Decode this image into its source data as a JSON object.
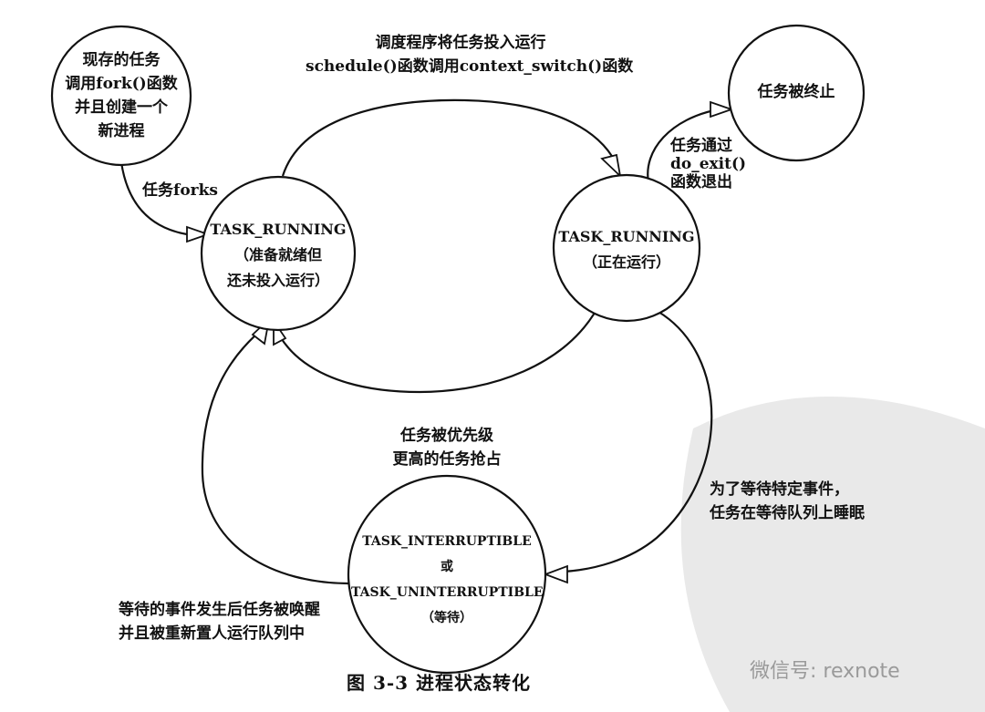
{
  "nodes": {
    "existing_task": [
      "现存的任务",
      "调用fork()函数",
      "并且创建一个",
      "新进程"
    ],
    "ready": [
      "TASK_RUNNING",
      "（准备就绪但",
      "还未投入运行）"
    ],
    "running": [
      "TASK_RUNNING",
      "（正在运行）"
    ],
    "terminated": [
      "任务被终止"
    ],
    "waiting": [
      "TASK_INTERRUPTIBLE",
      "或",
      "TASK_UNINTERRUPTIBLE",
      "（等待）"
    ]
  },
  "edges": {
    "fork": [
      "任务forks"
    ],
    "schedule": [
      "调度程序将任务投入运行",
      "schedule()函数调用context_switch()函数"
    ],
    "exit": [
      "任务通过",
      "do_exit()",
      "函数退出"
    ],
    "preempt": [
      "任务被优先级",
      "更高的任务抢占"
    ],
    "sleep": [
      "为了等待特定事件，",
      "任务在等待队列上睡眠"
    ],
    "wake": [
      "等待的事件发生后任务被唤醒",
      "并且被重新置人运行队列中"
    ]
  },
  "caption": "图 3-3   进程状态转化",
  "watermark": "微信号: rexnote",
  "colors": {
    "ink": "#111111",
    "background": "#ffffff",
    "watermark": "#9a9a9a"
  }
}
